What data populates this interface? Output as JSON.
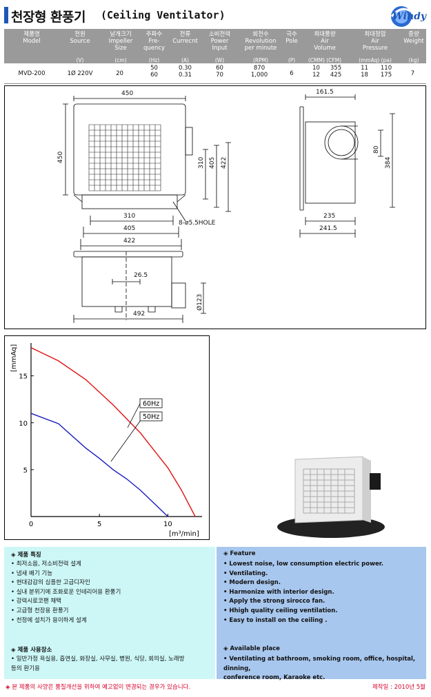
{
  "header": {
    "title_ko": "천장형 환풍기",
    "title_en": "(Ceiling Ventilator)",
    "logo": "Windy"
  },
  "spec_table": {
    "columns": [
      {
        "ko": "제품명",
        "en": "Model",
        "unit": ""
      },
      {
        "ko": "전원",
        "en": "Source",
        "unit": "(V)"
      },
      {
        "ko": "날개크기",
        "en": "Impeller\nSize",
        "unit": "(cm)"
      },
      {
        "ko": "주파수",
        "en": "Fre-\nquency",
        "unit": "(Hz)"
      },
      {
        "ko": "전류",
        "en": "Currecnt",
        "unit": "(A)"
      },
      {
        "ko": "소비전력",
        "en": "Power\nInput",
        "unit": "(W)"
      },
      {
        "ko": "회전수",
        "en": "Revolution\nper minute",
        "unit": "(RPM)"
      },
      {
        "ko": "극수",
        "en": "Pole",
        "unit": "(P)"
      },
      {
        "ko": "최대풍량",
        "en": "Air\nVolume",
        "unit": "(CMM)   (CFM)"
      },
      {
        "ko": "최대정압",
        "en": "Air\nPressure",
        "unit": "(mmAq)    (pa)"
      },
      {
        "ko": "중량",
        "en": "Weight",
        "unit": "(kg)"
      }
    ],
    "row": {
      "model": "MVD-200",
      "source": "1Ø 220V",
      "impeller": "20",
      "freq": [
        "50",
        "60"
      ],
      "current": [
        "0.30",
        "0.31"
      ],
      "power": [
        "60",
        "70"
      ],
      "rpm": [
        "870",
        "1,000"
      ],
      "pole": "6",
      "cmm": [
        "10",
        "12"
      ],
      "cfm": [
        "355",
        "425"
      ],
      "mmaq": [
        "11",
        "18"
      ],
      "pa": [
        "110",
        "175"
      ],
      "weight": "7"
    }
  },
  "drawing": {
    "dims": {
      "top_width": "450",
      "left_height": "450",
      "v310": "310",
      "v405": "405",
      "v422": "422",
      "h310": "310",
      "h405": "405",
      "h422": "422",
      "hole": "8-ø5.5HOLE",
      "side_1615": "161.5",
      "side_80": "80",
      "side_384": "384",
      "side_235": "235",
      "side_2415": "241.5",
      "bottom_265": "26.5",
      "bottom_123": "Ø123",
      "bottom_492": "492"
    }
  },
  "chart_data": {
    "type": "line",
    "xlabel": "[m³/min]",
    "ylabel": "[mmAq]",
    "xlim": [
      0,
      12.5
    ],
    "ylim": [
      0,
      18.5
    ],
    "xticks": [
      0,
      5,
      10
    ],
    "yticks": [
      5,
      10,
      15
    ],
    "series": [
      {
        "name": "60Hz",
        "color": "#e01010",
        "x": [
          0,
          2,
          4,
          6,
          8,
          10,
          11,
          12
        ],
        "y": [
          18,
          16.6,
          14.6,
          11.9,
          8.9,
          5.2,
          2.8,
          0
        ]
      },
      {
        "name": "50Hz",
        "color": "#1a1abf",
        "x": [
          0,
          2,
          4,
          5,
          6,
          7,
          8,
          9,
          10
        ],
        "y": [
          11,
          9.9,
          7.3,
          6.2,
          5.0,
          4.0,
          2.8,
          1.4,
          0
        ]
      }
    ]
  },
  "features_ko": {
    "heading": "◈ 제품 특징",
    "items": [
      "• 최저소음, 저소비전력 설계",
      "• 냄새 배기 기능",
      "• 현대감감의 심플한 고급디자인",
      "• 실내 분위기에 조화로운 인테리어용 환풍기",
      "• 강력시로코팬 채택",
      "• 고급형 천장용 환풍기",
      "• 천정에 설치가 용이하게 설계"
    ],
    "place_heading": "◈ 제품 사용장소",
    "place_items": [
      "• 일반가정 욕실용, 흡연실, 화장실, 사무실, 병원, 식당,  회의실, 노래방",
      "   등의 환기용"
    ]
  },
  "features_en": {
    "heading": "◈ Feature",
    "items": [
      "• Lowest noise, low consumption electric power.",
      "• Ventilating.",
      "• Modern design.",
      "• Harmonize with interior design.",
      "• Apply the strong sirocco fan.",
      "• Hhigh quality ceiling ventilation.",
      "• Easy to install on the ceiling ."
    ],
    "place_heading": "◈ Available place",
    "place_items": [
      "• Ventilating at bathroom, smoking room, office, hospital, dinning,",
      "   conference room, Karaoke etc."
    ]
  },
  "footer": {
    "note": "◈ 본 제품의 사양은 품질개선을 위하여 예고없이 변경되는 경우가 있습니다.",
    "date": "제작일 : 2010년 5월"
  }
}
